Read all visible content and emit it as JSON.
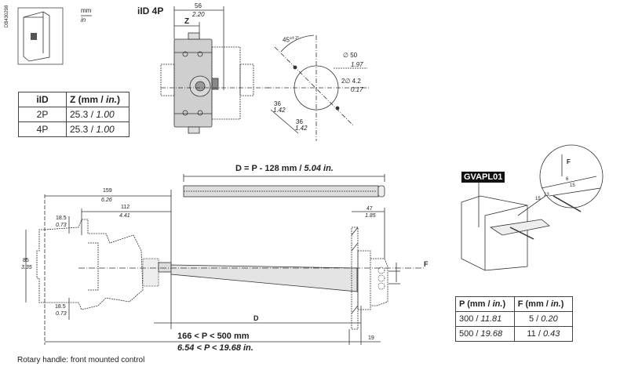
{
  "ref_code": "DB430298",
  "units": {
    "mm": "mm",
    "in": "in"
  },
  "z_table": {
    "headers": [
      "iID",
      "Z (mm / ",
      "in.",
      ")"
    ],
    "rows": [
      {
        "model": "2P",
        "mm": "25.3 / ",
        "in": "1.00"
      },
      {
        "model": "4P",
        "mm": "25.3 / ",
        "in": "1.00"
      }
    ]
  },
  "front_view": {
    "title": "iID 4P",
    "width_mm": "56",
    "width_in": "2.20",
    "z_label": "Z"
  },
  "drilling": {
    "angle": "45°",
    "angle_tol": "± 2°",
    "dia_mm": "∅ 50",
    "dia_in": "1.97",
    "holes_mm": "2∅ 4.2",
    "holes_in": "0.17",
    "h_mm": "36",
    "h_in": "1.42",
    "v_mm": "36",
    "v_in": "1.42"
  },
  "side_view": {
    "shaft_title_a": "D = P - 128 mm / ",
    "shaft_title_b": "5.04 in.",
    "d159_mm": "159",
    "d159_in": "6.26",
    "d112_mm": "112",
    "d112_in": "4.41",
    "d18_top_mm": "18.5",
    "d18_top_in": "0.73",
    "d18_bot_mm": "18.5",
    "d18_bot_in": "0.73",
    "d85_mm": "85",
    "d85_in": "3.35",
    "d47_mm": "47",
    "d47_in": "1.85",
    "f_label": "F",
    "d_label": "D",
    "p_range_mm": "166 < P < 500 mm",
    "p_range_in": "6.54 < P < 19.68 in.",
    "d19": "19"
  },
  "caption": "Rotary handle: front mounted control",
  "accessory": {
    "label": "GVAPL01",
    "zoom_f": "F",
    "scale_marks": [
      "6",
      "15",
      "13",
      "15"
    ]
  },
  "pf_table": {
    "headers": [
      "P (mm / ",
      "in.",
      ")",
      "F (mm / ",
      "in.",
      ")"
    ],
    "rows": [
      {
        "p_mm": "300 / ",
        "p_in": "11.81",
        "f_mm": "5 / ",
        "f_in": "0.20"
      },
      {
        "p_mm": "500 / ",
        "p_in": "19.68",
        "f_mm": "11 / ",
        "f_in": "0.43"
      }
    ]
  }
}
